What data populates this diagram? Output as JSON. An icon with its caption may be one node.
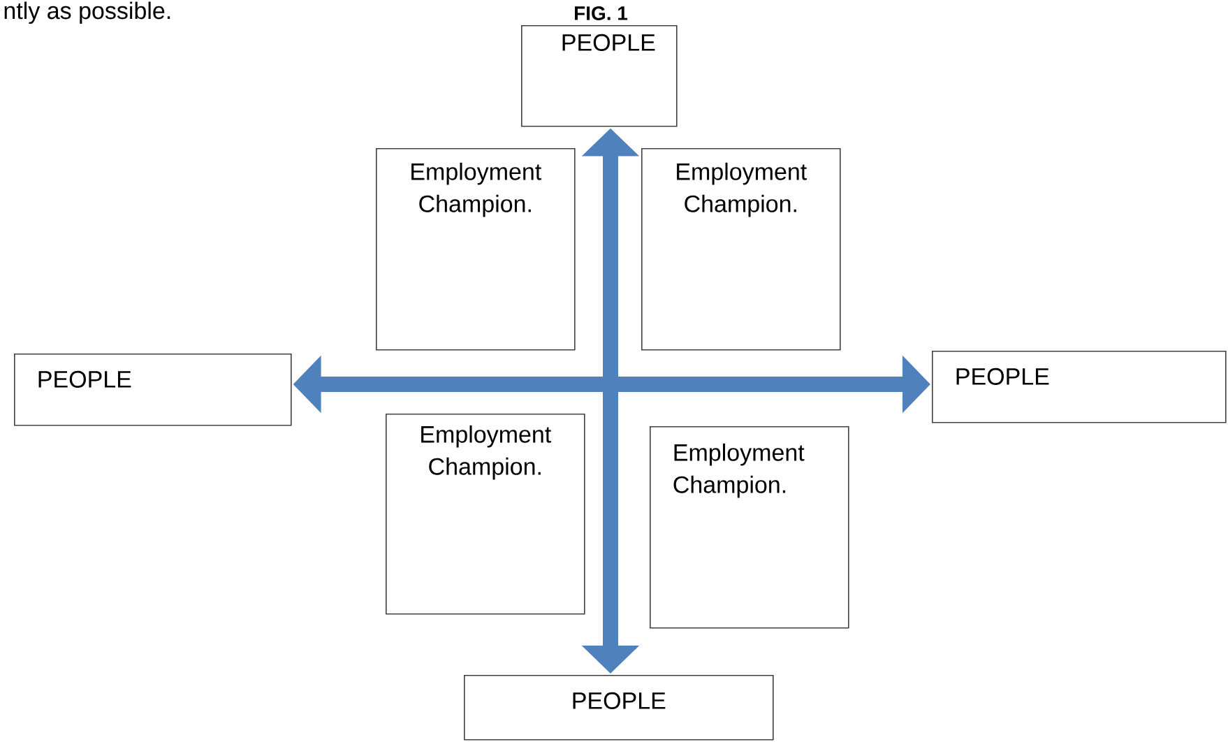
{
  "diagram": {
    "title": "FIG. 1",
    "nodes": [
      {
        "text": [
          "PEOPLE"
        ]
      },
      {
        "text": [
          "Employment Champion."
        ]
      },
      {
        "text": [
          "Employment Champion."
        ]
      },
      {
        "text": [
          "PEOPLE"
        ]
      },
      {
        "text": [
          "PEOPLE"
        ]
      },
      {
        "text": [
          "Employment Champion."
        ]
      },
      {
        "text": [
          "Employment Champion."
        ]
      },
      {
        "text": [
          "PEOPLE"
        ]
      }
    ],
    "edges": [
      {
        "from": 0,
        "to": 7,
        "arrow": "both"
      },
      {
        "from": 3,
        "to": 4,
        "arrow": "both"
      }
    ],
    "labels": [
      "ntly as possible."
    ]
  }
}
